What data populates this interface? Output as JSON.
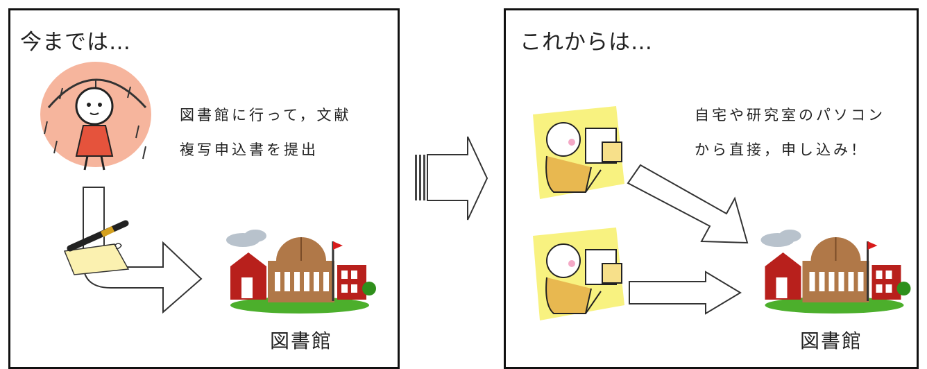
{
  "left_panel": {
    "heading": "今までは…",
    "description_line1": "図書館に行って，文献",
    "description_line2": "複写申込書を提出",
    "library_label": "図書館"
  },
  "right_panel": {
    "heading": "これからは…",
    "description_line1": "自宅や研究室のパソコン",
    "description_line2": "から直接，申し込み！",
    "library_label": "図書館"
  },
  "icons": [
    "girl-in-rain-icon",
    "pen-and-paper-icon",
    "library-building-icon",
    "person-at-computer-icon",
    "transition-arrow-icon"
  ],
  "colors": {
    "panel_border": "#111111",
    "rain_blush": "#f4a88c",
    "computer_glow": "#f7f06a",
    "library_brown": "#b07848",
    "library_red": "#b8201c",
    "grass": "#4caf2c"
  }
}
